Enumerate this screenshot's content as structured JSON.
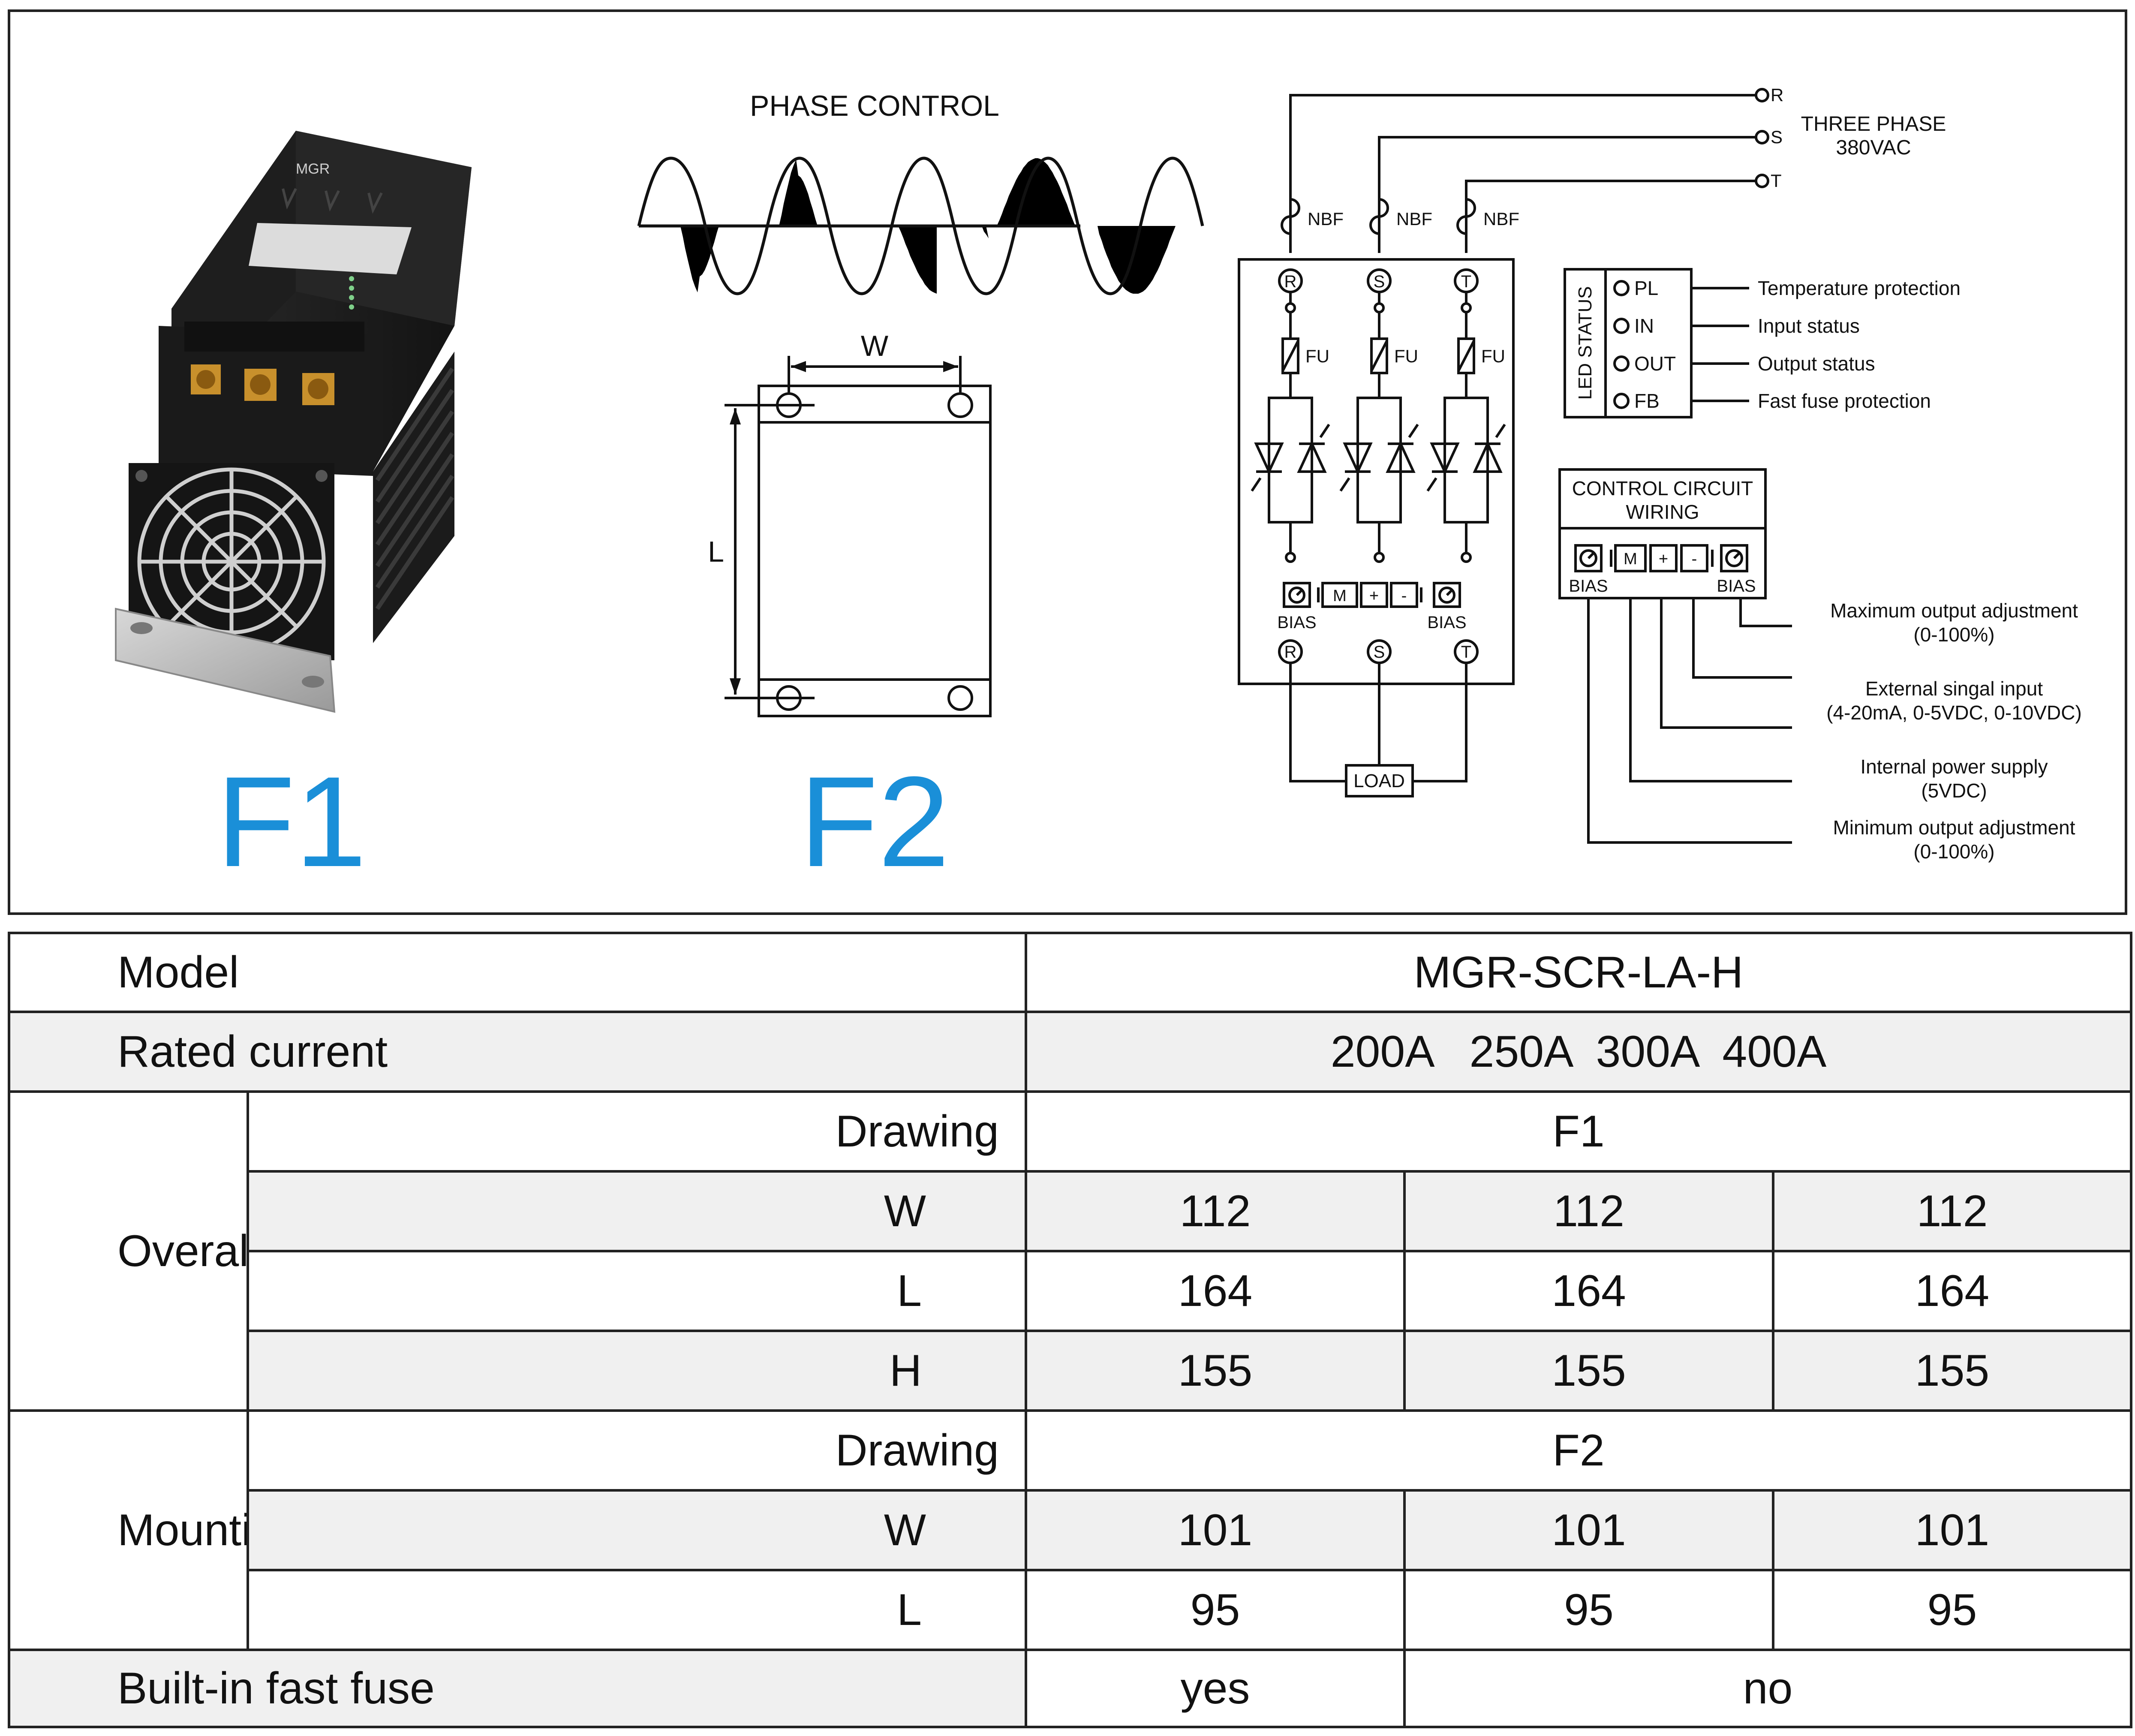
{
  "diagram": {
    "phase_control_title": "PHASE CONTROL",
    "figure_labels": {
      "f1": "F1",
      "f2": "F2"
    },
    "mount_dims": {
      "w": "W",
      "l": "L"
    },
    "product_logo": "MGR",
    "three_phase": {
      "line1": "THREE PHASE",
      "line2": "380VAC"
    },
    "phase_terminals": [
      "R",
      "S",
      "T"
    ],
    "breaker_label": "NBF",
    "fuse_label": "FU",
    "bias_label": "BIAS",
    "control_terminals": [
      "M",
      "+",
      "-"
    ],
    "load_label": "LOAD",
    "led_status": {
      "title": "LED STATUS",
      "leds": [
        "PL",
        "IN",
        "OUT",
        "FB"
      ],
      "descriptions": [
        "Temperature protection",
        "Input status",
        "Output status",
        "Fast fuse protection"
      ]
    },
    "control_wiring": {
      "title_line1": "CONTROL CIRCUIT",
      "title_line2": "WIRING",
      "callouts": [
        {
          "line1": "Maximum output adjustment",
          "line2": "(0-100%)"
        },
        {
          "line1": "External singal input",
          "line2": "(4-20mA, 0-5VDC, 0-10VDC)"
        },
        {
          "line1": "Internal power supply",
          "line2": "(5VDC)"
        },
        {
          "line1": "Minimum output adjustment",
          "line2": "(0-100%)"
        }
      ]
    },
    "colors": {
      "accent_blue": "#1a8fd8",
      "line": "#111111"
    }
  },
  "spec_table": {
    "model_label": "Model",
    "model_value": "MGR-SCR-LA-H",
    "rated_current_label": "Rated current",
    "rated_current_value": "200A   250A  300A  400A",
    "overall": {
      "label": "Overall Dimension",
      "drawing_label": "Drawing",
      "drawing_value": "F1",
      "rows": [
        {
          "dim": "W",
          "values": [
            "112",
            "112",
            "112"
          ]
        },
        {
          "dim": "L",
          "values": [
            "164",
            "164",
            "164"
          ]
        },
        {
          "dim": "H",
          "values": [
            "155",
            "155",
            "155"
          ]
        }
      ]
    },
    "mounting": {
      "label": "Mounting Dimension",
      "drawing_label": "Drawing",
      "drawing_value": "F2",
      "rows": [
        {
          "dim": "W",
          "values": [
            "101",
            "101",
            "101"
          ]
        },
        {
          "dim": "L",
          "values": [
            "95",
            "95",
            "95"
          ]
        }
      ]
    },
    "fuse": {
      "label": "Built-in fast fuse",
      "values": [
        "yes",
        "no"
      ]
    },
    "row_shading": "#f0f0f0"
  }
}
